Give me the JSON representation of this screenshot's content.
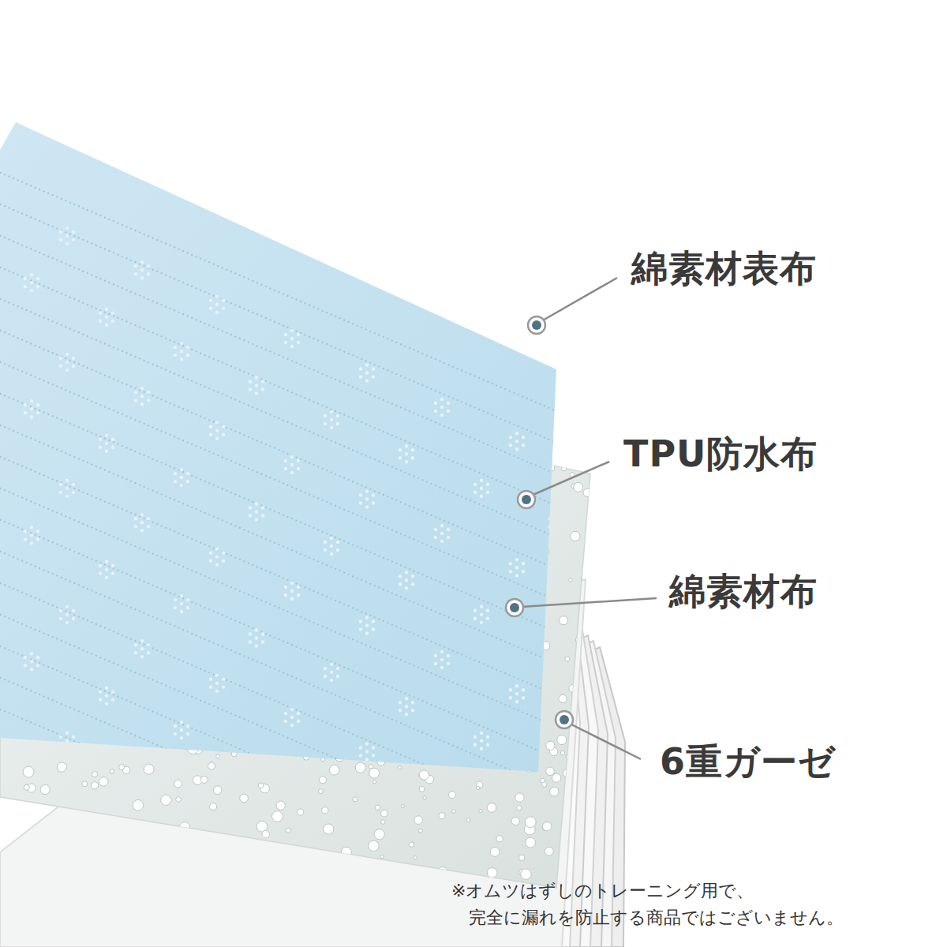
{
  "diagram": {
    "labels": [
      "綿素材表布",
      "TPU防水布",
      "綿素材布",
      "6重ガーゼ",
      "※オムツはずしのトレーニング用で、 完全に漏れを防止する商品ではございません。"
    ]
  }
}
